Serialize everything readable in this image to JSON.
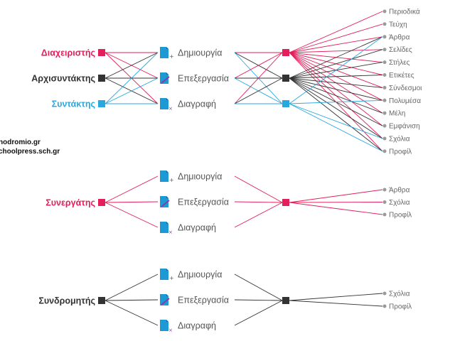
{
  "colors": {
    "admin": "#e31e5a",
    "editor_in_chief": "#333333",
    "editor": "#29a8e0",
    "line_gray": "#b9b9b9",
    "doc_blue": "#1d9ad6",
    "mark_purple": "#8b3aa6"
  },
  "credits": {
    "line1": "nodromio.gr",
    "line2": "choolpress.sch.gr"
  },
  "sections": [
    {
      "roles": [
        {
          "label": "Διαχειριστής",
          "color": "#e31e5a"
        },
        {
          "label": "Αρχισυντάκτης",
          "color": "#333333"
        },
        {
          "label": "Συντάκτης",
          "color": "#29a8e0"
        }
      ],
      "actions": [
        {
          "label": "Δημιουργία",
          "icon": "create-document-icon"
        },
        {
          "label": "Επεξεργασία",
          "icon": "edit-document-icon"
        },
        {
          "label": "Διαγραφή",
          "icon": "delete-document-icon"
        }
      ],
      "resources": [
        "Περιοδικά",
        "Τεύχη",
        "Άρθρα",
        "Σελίδες",
        "Στήλες",
        "Ετικέτες",
        "Σύνδεσμοι",
        "Πολυμέσα",
        "Μέλη",
        "Εμφάνιση",
        "Σχόλια",
        "Προφίλ"
      ]
    },
    {
      "roles": [
        {
          "label": "Συνεργάτης",
          "color": "#e31e5a"
        }
      ],
      "actions": [
        {
          "label": "Δημιουργία",
          "icon": "create-document-icon"
        },
        {
          "label": "Επεξεργασία",
          "icon": "edit-document-icon"
        },
        {
          "label": "Διαγραφή",
          "icon": "delete-document-icon"
        }
      ],
      "resources": [
        "Άρθρα",
        "Σχόλια",
        "Προφίλ"
      ]
    },
    {
      "roles": [
        {
          "label": "Συνδρομητής",
          "color": "#333333"
        }
      ],
      "actions": [
        {
          "label": "Δημιουργία",
          "icon": "create-document-icon"
        },
        {
          "label": "Επεξεργασία",
          "icon": "edit-document-icon"
        },
        {
          "label": "Διαγραφή",
          "icon": "delete-document-icon"
        }
      ],
      "resources": [
        "Σχόλια",
        "Προφίλ"
      ]
    }
  ]
}
